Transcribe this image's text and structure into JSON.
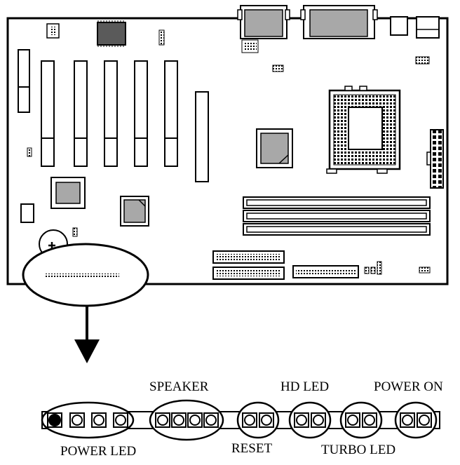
{
  "diagram": {
    "panel_labels": {
      "speaker": "SPEAKER",
      "hd_led": "HD LED",
      "power_on": "POWER ON",
      "power_led": "POWER LED",
      "reset": "RESET",
      "turbo_led": "TURBO LED"
    },
    "colors": {
      "line": "#000000",
      "chip_fill": "#a8a8a8",
      "dark_chip": "#5a5a5a",
      "background": "#ffffff"
    },
    "icons": [
      "arrow-down-icon",
      "plus-icon"
    ]
  }
}
